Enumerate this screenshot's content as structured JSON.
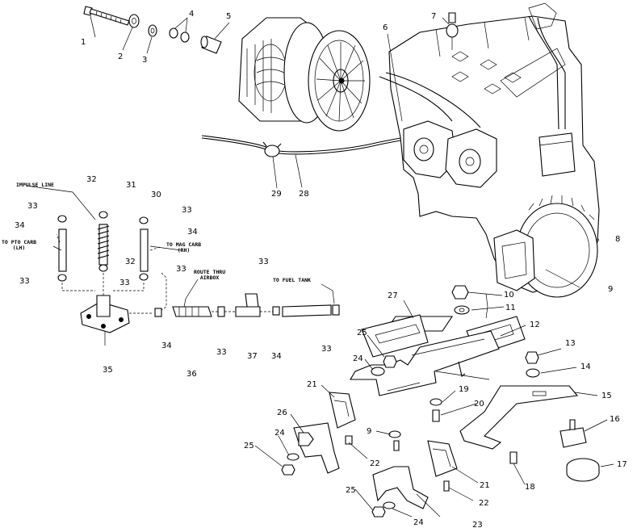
{
  "callouts": {
    "c1": "1",
    "c2": "2",
    "c3": "3",
    "c4": "4",
    "c5": "5",
    "c6": "6",
    "c7": "7",
    "c8": "8",
    "c9a": "9",
    "c9b": "9",
    "c10": "10",
    "c11": "11",
    "c12": "12",
    "c13": "13",
    "c14": "14",
    "c15": "15",
    "c16": "16",
    "c17": "17",
    "c18": "18",
    "c19": "19",
    "c20": "20",
    "c21a": "21",
    "c21b": "21",
    "c22a": "22",
    "c22b": "22",
    "c23": "23",
    "c24a": "24",
    "c24b": "24",
    "c24c": "24",
    "c25a": "25",
    "c25b": "25",
    "c25c": "25",
    "c26": "26",
    "c27": "27",
    "c28": "28",
    "c29": "29",
    "c30": "30",
    "c31": "31",
    "c32a": "32",
    "c32b": "32",
    "c33a": "33",
    "c33b": "33",
    "c33c": "33",
    "c33d": "33",
    "c33e": "33",
    "c33f": "33",
    "c33g": "33",
    "c33h": "33",
    "c34a": "34",
    "c34b": "34",
    "c34c": "34",
    "c34d": "34",
    "c35": "35",
    "c36": "36",
    "c37": "37"
  },
  "notes": {
    "impulse_line": "IMPULSE LINE",
    "to_pto_carb": "TO PTO CARB\n(LH)",
    "to_mag_carb": "TO MAG CARB\n(RH)",
    "route_thru_airbox": "ROUTE THRU\nAIRBOX",
    "to_fuel_tank": "TO FUEL TANK"
  }
}
